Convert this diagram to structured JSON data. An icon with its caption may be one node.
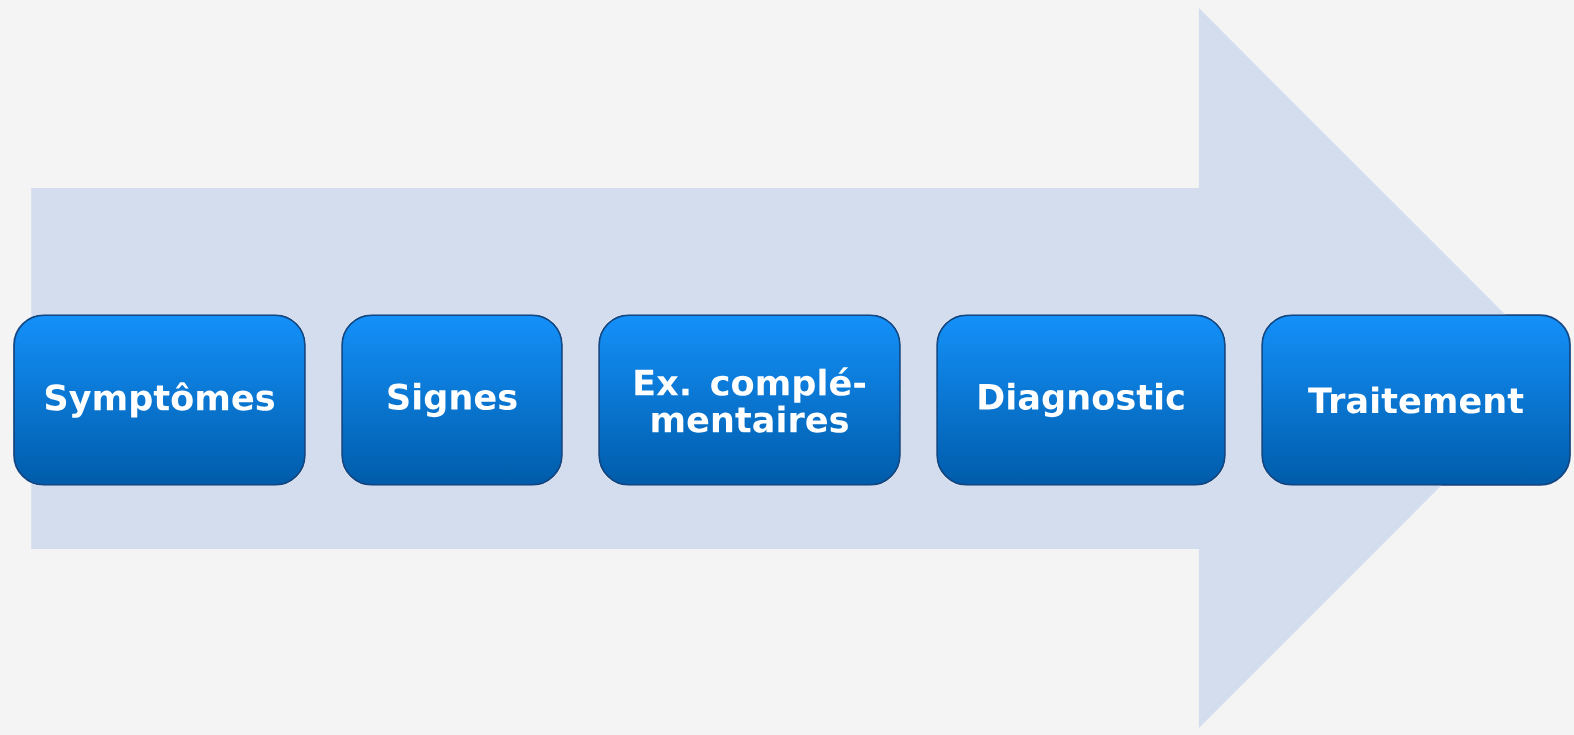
{
  "diagram": {
    "nodes": [
      {
        "text": [
          "Symptômes"
        ]
      },
      {
        "text": [
          "Signes"
        ]
      },
      {
        "text": [
          "Ex. complé- mentaires"
        ]
      },
      {
        "text": [
          "Diagnostic"
        ]
      },
      {
        "text": [
          "Traitement"
        ]
      }
    ],
    "edges": [
      {
        "from": 0,
        "to": 4,
        "arrow": "to"
      }
    ]
  }
}
